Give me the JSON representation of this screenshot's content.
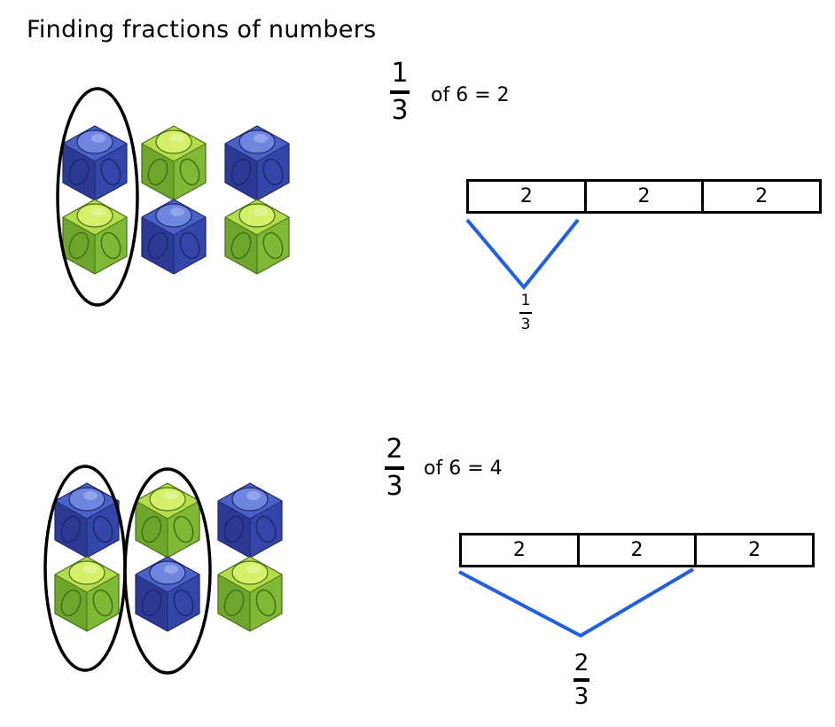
{
  "title": "Finding fractions of numbers",
  "examples": [
    {
      "fraction": {
        "numerator": "1",
        "denominator": "3"
      },
      "statement": "of 6 = 2",
      "bar_cells": [
        "2",
        "2",
        "2"
      ],
      "brace_fraction": {
        "numerator": "1",
        "denominator": "3"
      },
      "cubes": [
        "blue",
        "green",
        "blue",
        "green",
        "blue",
        "green"
      ],
      "circled_columns": 1
    },
    {
      "fraction": {
        "numerator": "2",
        "denominator": "3"
      },
      "statement": "of 6 = 4",
      "bar_cells": [
        "2",
        "2",
        "2"
      ],
      "brace_fraction": {
        "numerator": "2",
        "denominator": "3"
      },
      "cubes": [
        "blue",
        "green",
        "blue",
        "green",
        "blue",
        "green"
      ],
      "circled_columns": 2
    }
  ],
  "colors": {
    "blue_cube": "#3b4fb8",
    "green_cube": "#8cc43c",
    "brace_line": "#1e5fe6",
    "outline": "#000000"
  }
}
